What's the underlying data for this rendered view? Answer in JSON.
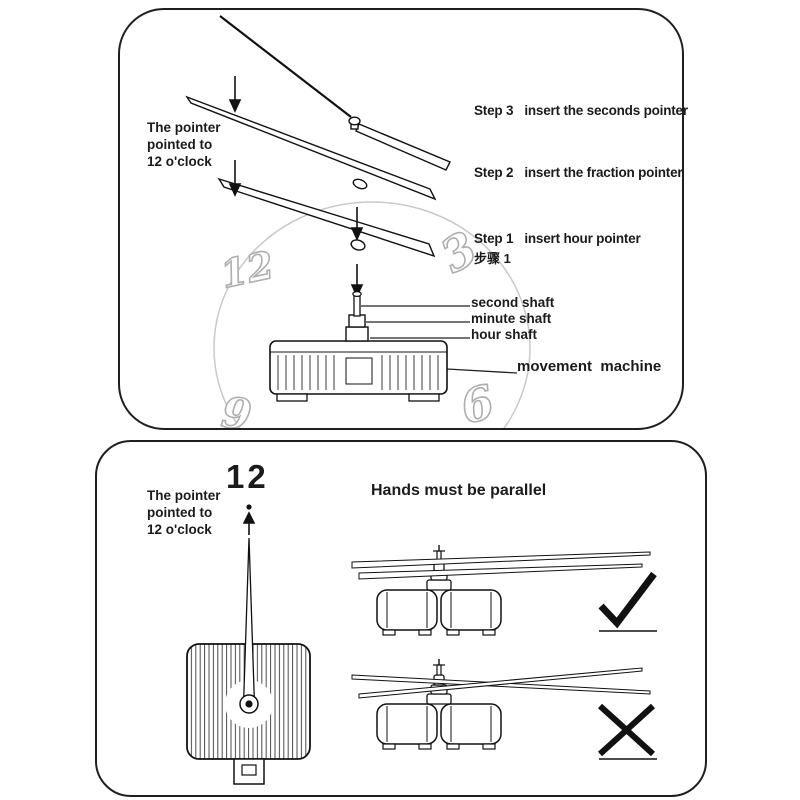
{
  "colors": {
    "ink": "#1b1b1b",
    "faint": "#b3b3b3"
  },
  "panel_top": {
    "pointer_note": "The pointer\npointed to\n12 o'clock",
    "steps": [
      {
        "label": "Step 3",
        "text": "insert the seconds pointer"
      },
      {
        "label": "Step 2",
        "text": "insert the fraction pointer"
      },
      {
        "label": "Step 1",
        "text": "insert hour pointer",
        "sublabel": "步骤 1"
      }
    ],
    "shaft_labels": {
      "second": "second shaft",
      "minute": "minute shaft",
      "hour": "hour shaft"
    },
    "machine_label": "movement  machine",
    "clock_numbers": {
      "twelve": "12",
      "three": "3",
      "nine": "9",
      "six": "6"
    }
  },
  "panel_bottom": {
    "big_number": "12",
    "pointer_note": "The pointer\npointed to\n12 o'clock",
    "heading": "Hands must be parallel"
  },
  "icons": {
    "down_arrow": "↓",
    "up_arrow": "↑",
    "check": "✓",
    "cross": "✕"
  }
}
